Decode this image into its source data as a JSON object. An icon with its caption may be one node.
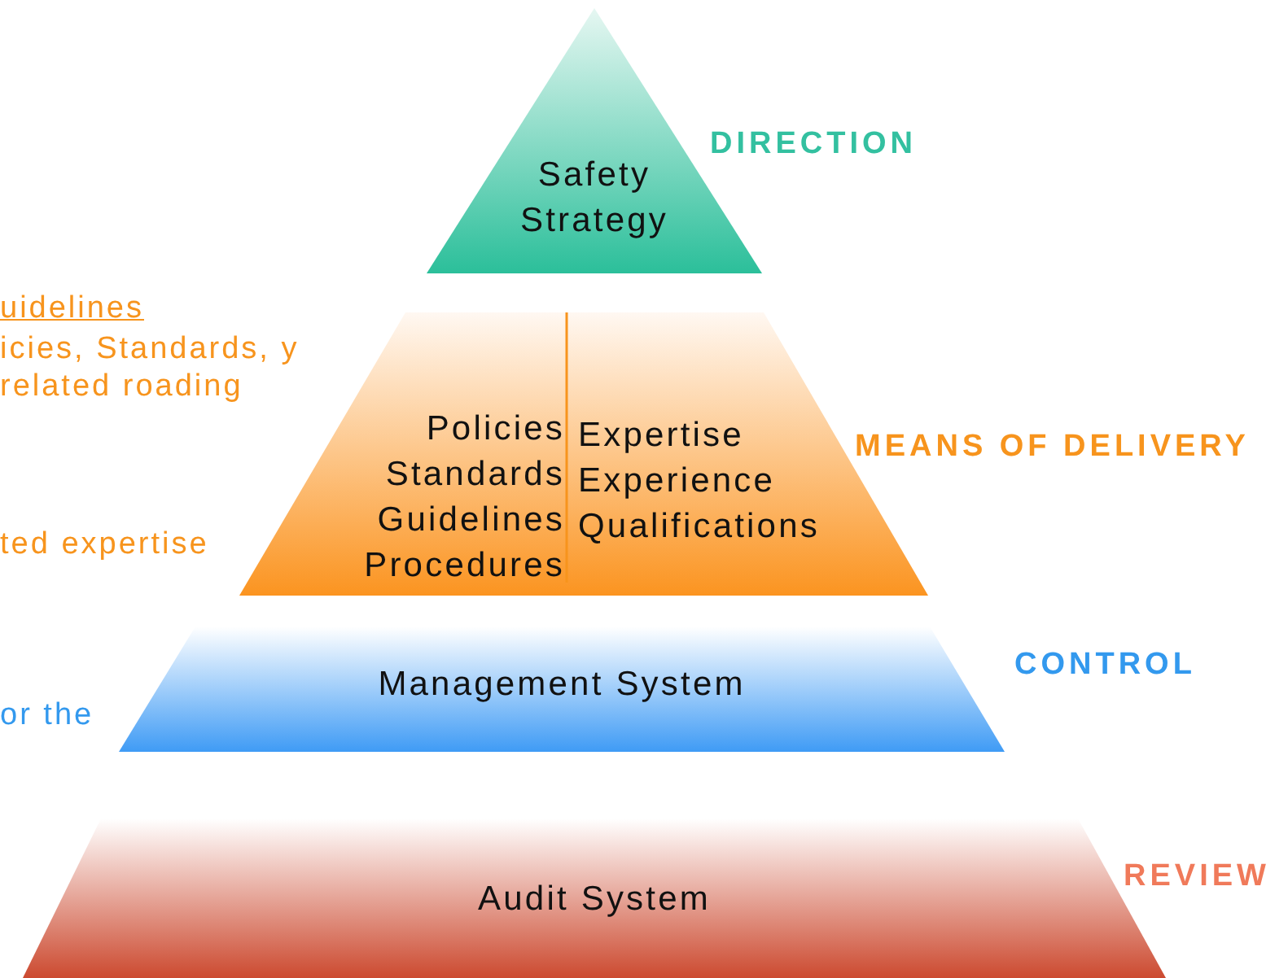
{
  "diagram": {
    "nodes": [
      {
        "text": [
          "Safety Strategy"
        ],
        "beside": [
          "DIRECTION"
        ]
      },
      {
        "text": [
          "Policies Standards Guidelines Procedures",
          "Expertise Experience Qualifications"
        ],
        "beside": [
          "MEANS OF DELIVERY"
        ]
      },
      {
        "text": [
          "Management System"
        ],
        "beside": [
          "CONTROL"
        ]
      },
      {
        "text": [
          "Audit System"
        ],
        "beside": [
          "REVIEW"
        ]
      }
    ],
    "edges": [],
    "labels": [
      "uidelines",
      "icies, Standards, y related roading",
      "ted expertise",
      "or the"
    ]
  }
}
